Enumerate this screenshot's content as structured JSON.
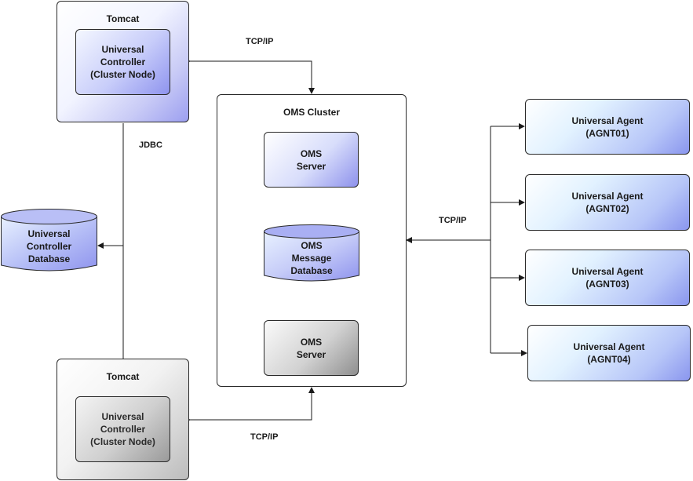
{
  "tomcat_top": {
    "title": "Tomcat",
    "node": "Universal\nController\n(Cluster Node)"
  },
  "tomcat_bottom": {
    "title": "Tomcat",
    "node": "Universal\nController\n(Cluster Node)"
  },
  "controller_db": "Universal\nController\nDatabase",
  "oms_cluster": {
    "title": "OMS Cluster",
    "server_top": "OMS\nServer",
    "message_db": "OMS\nMessage\nDatabase",
    "server_bottom": "OMS\nServer"
  },
  "agents": [
    "Universal Agent\n(AGNT01)",
    "Universal Agent\n(AGNT02)",
    "Universal Agent\n(AGNT03)",
    "Universal Agent\n(AGNT04)"
  ],
  "edge_labels": {
    "tcpip_top": "TCP/IP",
    "jdbc": "JDBC",
    "tcpip_right": "TCP/IP",
    "tcpip_bottom": "TCP/IP"
  },
  "colors": {
    "blue_accent": "#9c9ff0",
    "gray_accent": "#bcbcbc",
    "line": "#1a1a1a"
  }
}
